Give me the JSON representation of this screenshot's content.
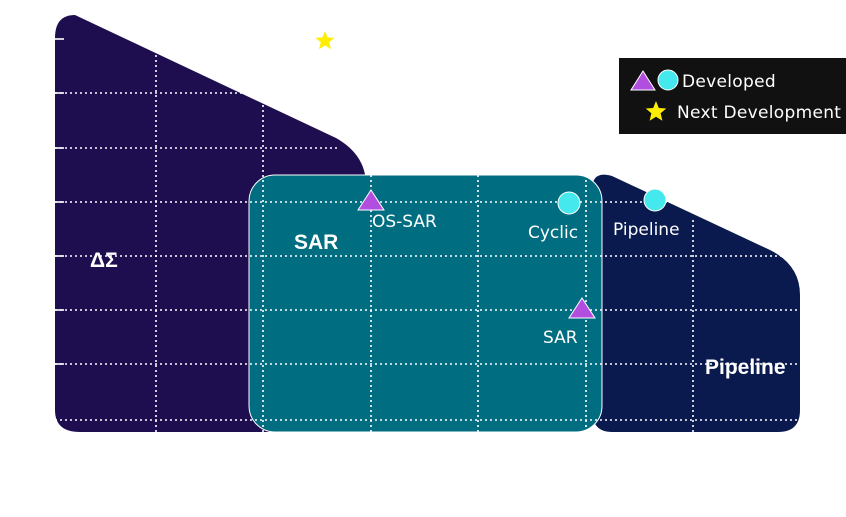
{
  "regions": {
    "delta_sigma": {
      "label": "ΔΣ",
      "color": "#1e0e50"
    },
    "sar": {
      "label": "SAR",
      "color": "#006e80"
    },
    "pipeline": {
      "label": "Pipeline",
      "color": "#0a1a4e"
    }
  },
  "markers": {
    "os_sar": {
      "label": "OS-SAR",
      "shape": "triangle",
      "color": "#b14ee0"
    },
    "cyclic": {
      "label": "Cyclic",
      "shape": "circle",
      "color": "#45e8ec"
    },
    "pipeline": {
      "label": "Pipeline",
      "shape": "circle",
      "color": "#45e8ec"
    },
    "sar": {
      "label": "SAR",
      "shape": "triangle",
      "color": "#b14ee0"
    },
    "next": {
      "shape": "star",
      "color": "#ffee00"
    }
  },
  "legend": {
    "developed": "Developed",
    "next_development": "Next Development",
    "background": "#111111"
  }
}
